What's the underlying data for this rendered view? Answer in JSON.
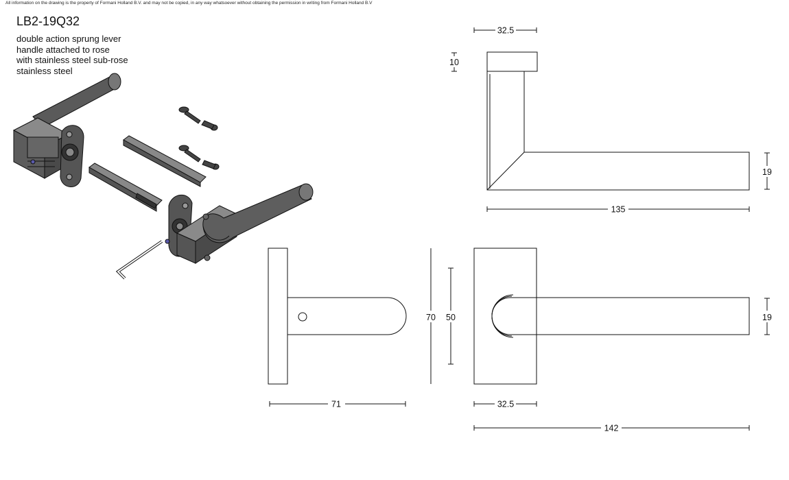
{
  "legal_notice": "All information on the drawing is the property of Formani Holland B.V. and may not be copied, in any way whatsoever without obtaining the permission in writing from Formani Holland B.V",
  "product": {
    "code": "LB2-19Q32",
    "description": [
      "double action sprung lever",
      "handle attached to rose",
      "with stainless steel sub-rose",
      "stainless steel"
    ]
  },
  "dimensions": {
    "top_rose_width": "32.5",
    "top_rose_height": "10",
    "lever_thickness_side": "19",
    "lever_length": "135",
    "side_height_outer": "70",
    "side_height_inner": "50",
    "side_projection": "71",
    "front_lever_thickness": "19",
    "front_rose_width": "32.5",
    "total_length": "142"
  },
  "colors": {
    "line": "#111111",
    "metal_dark": "#4a4a4a",
    "metal_mid": "#6e6e6e",
    "metal_light": "#9a9a9a"
  }
}
